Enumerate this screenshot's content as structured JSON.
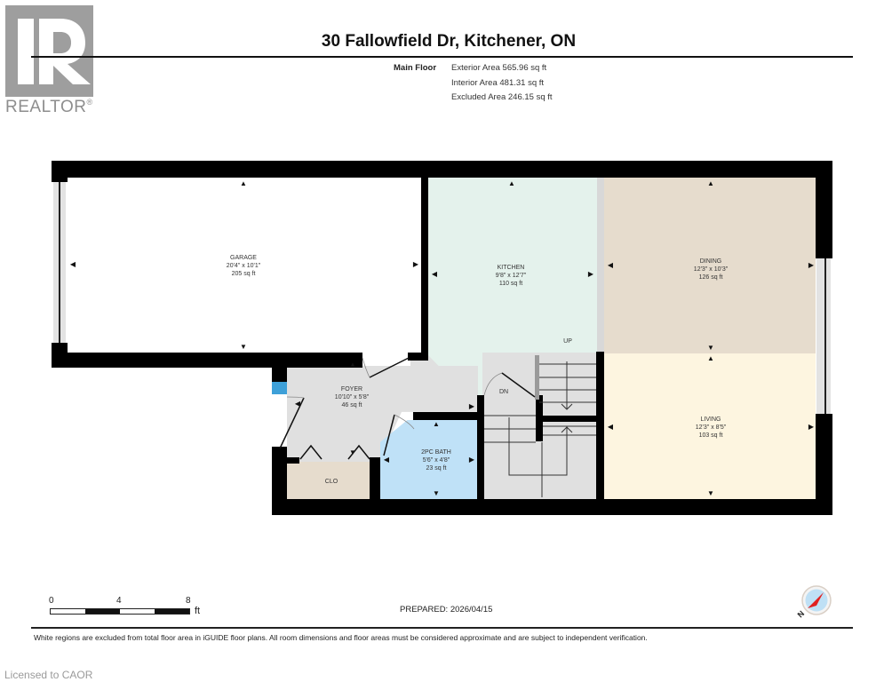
{
  "branding": {
    "logo_letter": "R",
    "logo_text": "REALTOR",
    "logo_mark": "®",
    "license_text": "Licensed to CAOR"
  },
  "header": {
    "title": "30 Fallowfield Dr, Kitchener, ON",
    "floor_name": "Main Floor",
    "exterior_area": "Exterior Area 565.96 sq ft",
    "interior_area": "Interior Area 481.31 sq ft",
    "excluded_area": "Excluded Area 246.15 sq ft"
  },
  "rooms": [
    {
      "name": "GARAGE",
      "dims": "20'4\" x 10'1\"",
      "area": "205 sq ft",
      "color": "#ffffff"
    },
    {
      "name": "KITCHEN",
      "dims": "9'8\" x 12'7\"",
      "area": "110 sq ft",
      "color": "#e4f2ec"
    },
    {
      "name": "DINING",
      "dims": "12'3\" x 10'3\"",
      "area": "126 sq ft",
      "color": "#e6dccd"
    },
    {
      "name": "FOYER",
      "dims": "10'10\" x 5'8\"",
      "area": "46 sq ft",
      "color": "#e0e0e0"
    },
    {
      "name": "2PC BATH",
      "dims": "5'6\" x 4'8\"",
      "area": "23 sq ft",
      "color": "#bfe1f7"
    },
    {
      "name": "LIVING",
      "dims": "12'3\" x 8'5\"",
      "area": "103 sq ft",
      "color": "#fdf5e0"
    },
    {
      "name": "CLO",
      "dims": "",
      "area": "",
      "color": "#e6dccd"
    }
  ],
  "stairs": {
    "up_label": "UP",
    "down_label": "DN"
  },
  "scale_bar": {
    "ticks": [
      "0",
      "4",
      "8"
    ],
    "unit": "ft"
  },
  "footer": {
    "prepared": "PREPARED: 2026/04/15",
    "disclaimer": "White regions are excluded from total floor area in iGUIDE floor plans. All room dimensions and floor areas must be considered approximate and are subject to independent verification."
  },
  "compass": {
    "label": "N",
    "needle_color": "#e02020",
    "dial_color": "#bfe0f5"
  }
}
